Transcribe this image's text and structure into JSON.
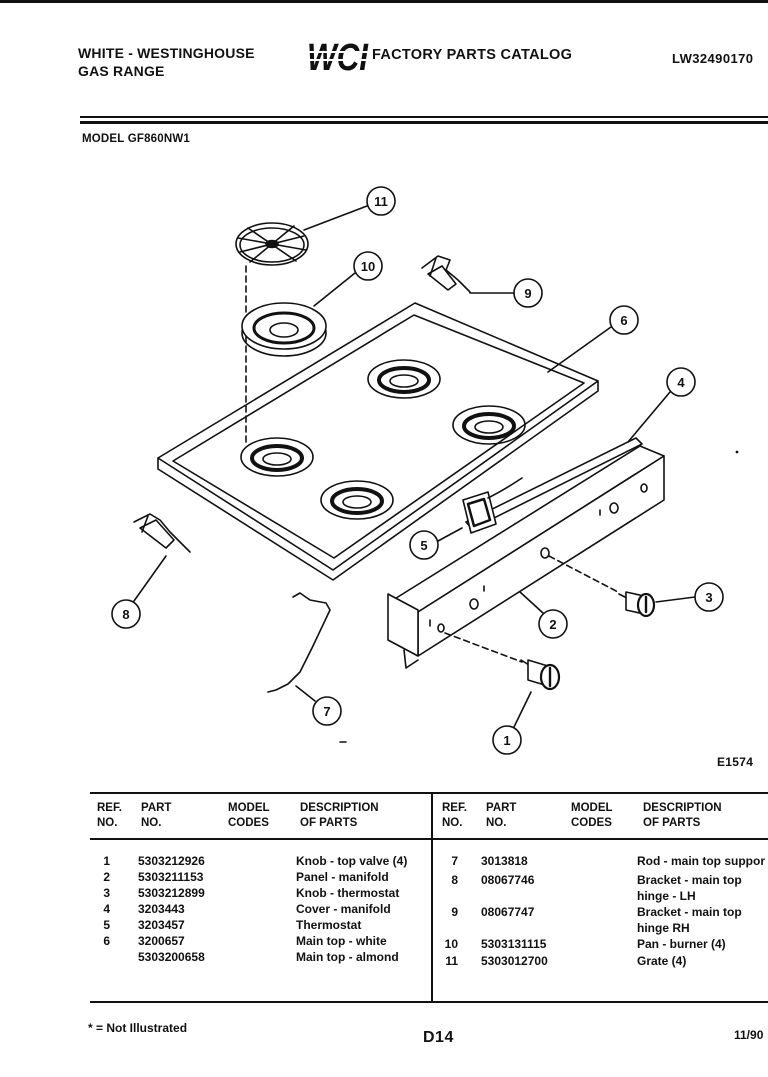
{
  "header": {
    "brand_line1": "WHITE - WESTINGHOUSE",
    "brand_line2": "GAS RANGE",
    "logo_text": "WCI",
    "catalog_title": "FACTORY PARTS CATALOG",
    "catalog_number": "LW32490170",
    "model": "MODEL GF860NW1"
  },
  "diagram": {
    "callouts": [
      "1",
      "2",
      "3",
      "4",
      "5",
      "6",
      "7",
      "8",
      "9",
      "10",
      "11"
    ],
    "drawing_number": "E1574"
  },
  "parts_table": {
    "columns": [
      {
        "line1": "REF.",
        "line2": "NO."
      },
      {
        "line1": "PART",
        "line2": "NO."
      },
      {
        "line1": "MODEL",
        "line2": "CODES"
      },
      {
        "line1": "DESCRIPTION",
        "line2": "OF PARTS"
      }
    ],
    "left_rows": [
      {
        "ref": "1",
        "part": "5303212926",
        "desc": [
          "Knob - top valve (4)"
        ]
      },
      {
        "ref": "2",
        "part": "5303211153",
        "desc": [
          "Panel - manifold"
        ]
      },
      {
        "ref": "3",
        "part": "5303212899",
        "desc": [
          "Knob - thermostat"
        ]
      },
      {
        "ref": "4",
        "part": "3203443",
        "desc": [
          "Cover - manifold"
        ]
      },
      {
        "ref": "5",
        "part": "3203457",
        "desc": [
          "Thermostat"
        ]
      },
      {
        "ref": "6",
        "part": "3200657",
        "desc": [
          "Main top - white"
        ]
      },
      {
        "part": "5303200658",
        "desc": [
          "Main top - almond"
        ]
      }
    ],
    "right_rows": [
      {
        "ref": "7",
        "part": "3013818",
        "desc": [
          "Rod - main top suppor"
        ]
      },
      {
        "ref": "8",
        "part": "08067746",
        "desc": [
          "Bracket - main top",
          "hinge - LH"
        ]
      },
      {
        "ref": "9",
        "part": "08067747",
        "desc": [
          "Bracket - main top",
          "hinge RH"
        ]
      },
      {
        "ref": "10",
        "part": "5303131115",
        "desc": [
          "Pan - burner (4)"
        ]
      },
      {
        "ref": "11",
        "part": "5303012700",
        "desc": [
          "Grate (4)"
        ]
      }
    ]
  },
  "footer": {
    "legend": "* = Not Illustrated",
    "page": "D14",
    "date": "11/90"
  },
  "colors": {
    "ink": "#111111",
    "paper": "#ffffff"
  }
}
